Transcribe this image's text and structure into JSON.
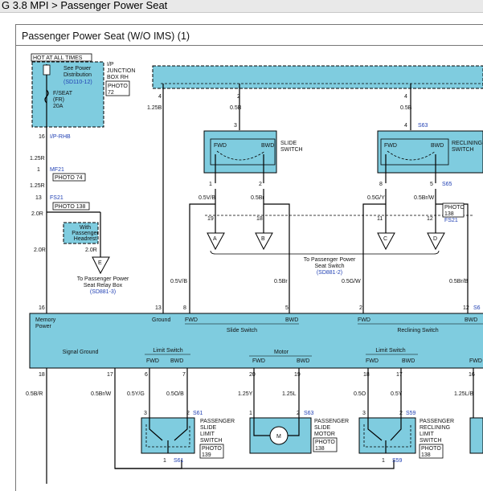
{
  "header": {
    "breadcrumb": "G 3.8 MPI > Passenger Power Seat"
  },
  "diagram": {
    "title": "Passenger Power Seat (W/O IMS) (1)",
    "hot": "HOT AT ALL TIMES",
    "see_power_1": "See Power",
    "see_power_2": "Distribution",
    "sd_110": "(SD110-12)",
    "fuse_1": "F/SEAT",
    "fuse_2": "(FR)",
    "fuse_3": "20A",
    "ip1": "I/P",
    "ip2": "JUNCTION",
    "ip3": "BOX RH",
    "photo": "PHOTO",
    "photo72": "72",
    "photo74": "PHOTO 74",
    "photo138": "PHOTO 138",
    "photo138b": "138",
    "photo139": "139",
    "n1": "1",
    "n2": "2",
    "n3": "3",
    "n4": "4",
    "n5": "5",
    "n6": "6",
    "n7": "7",
    "n8": "8",
    "n11": "11",
    "n12": "12",
    "n13": "13",
    "n16": "16",
    "n17": "17",
    "n18": "18",
    "n19": "19",
    "n20": "20",
    "w1250": "1.25B",
    "w050b": "0.5B",
    "w125r": "1.25R",
    "w20r": "2.0R",
    "w05vb": "0.5V/B",
    "w05br": "0.5Br",
    "w05gw": "0.5G/W",
    "w05brw": "0.5Br/W",
    "w05gy": "0.5G/Y",
    "w05brb": "0.5Br/B",
    "w05bro": "0.5Br/W",
    "w05yg": "0.5Y/G",
    "w05ob": "0.5O/B",
    "w125y": "1.25Y",
    "w125l": "1.25L",
    "w05o": "0.5O",
    "w05y": "0.5Y",
    "w125lb": "1.25L/B",
    "w05br2": "0.5B/R",
    "w05brw2": "0.5Br/W",
    "iprhb": "I/P-RHB",
    "mf21": "MF21",
    "fs21": "FS21",
    "s63": "S63",
    "s65": "S65",
    "s61": "S61",
    "s59": "S59",
    "s6": "S6",
    "fwd": "FWD",
    "bwd": "BWD",
    "slide_sw_1": "SLIDE",
    "slide_sw_2": "SWITCH",
    "recl_sw_1": "RECLINING",
    "recl_sw_2": "SWITCH",
    "conn_a": "A",
    "conn_b": "B",
    "conn_c": "C",
    "conn_d": "D",
    "conn_e": "E",
    "to_ps_1": "To Passenger Power",
    "to_ps_2": "Seat Switch",
    "sd881_2": "(SD881-2)",
    "with_1": "With",
    "with_2": "Passenger",
    "with_3": "Headrest",
    "to_relay_1": "To Passenger Power",
    "to_relay_2": "Seat Relay Box",
    "sd881_3": "(SD881-3)",
    "module": {
      "memory_power_1": "Memory",
      "memory_power_2": "Power",
      "ground": "Ground",
      "slide_switch": "Slide Switch",
      "reclining_switch": "Reclining Switch",
      "signal_ground": "Signal Ground",
      "limit_switch": "Limit Switch",
      "motor": "Motor"
    },
    "psl_1": "PASSENGER",
    "psl_2": "SLIDE",
    "psl_3": "LIMIT",
    "psl_4": "SWITCH",
    "psm_1": "PASSENGER",
    "psm_2": "SLIDE",
    "psm_3": "MOTOR",
    "prl_1": "PASSENGER",
    "prl_2": "RECLINING",
    "prl_3": "LIMIT",
    "prl_4": "SWITCH",
    "motor_m": "M"
  }
}
